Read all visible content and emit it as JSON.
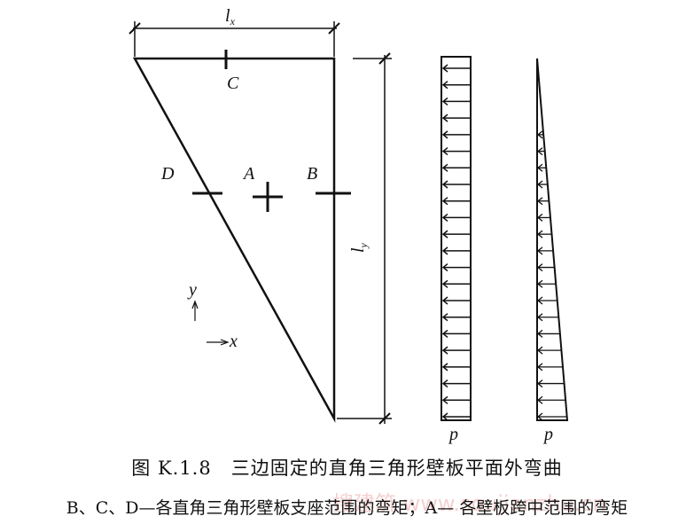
{
  "figure": {
    "labels": {
      "lx": "l",
      "lx_sub": "x",
      "ly": "l",
      "ly_sub": "y",
      "A": "A",
      "B": "B",
      "C": "C",
      "D": "D",
      "axis_y": "y",
      "axis_x": "x",
      "p_uniform": "p",
      "p_triangular": "p"
    },
    "caption_title": "图 K.1.8　三边固定的直角三角形壁板平面外弯曲",
    "caption_note": "B、C、D—各直角三角形壁板支座范围的弯矩；A— 各壁板跨中范围的弯矩",
    "watermark": "搜建筑 www.soujianzhu.cn",
    "load_arrow_count": 22
  }
}
